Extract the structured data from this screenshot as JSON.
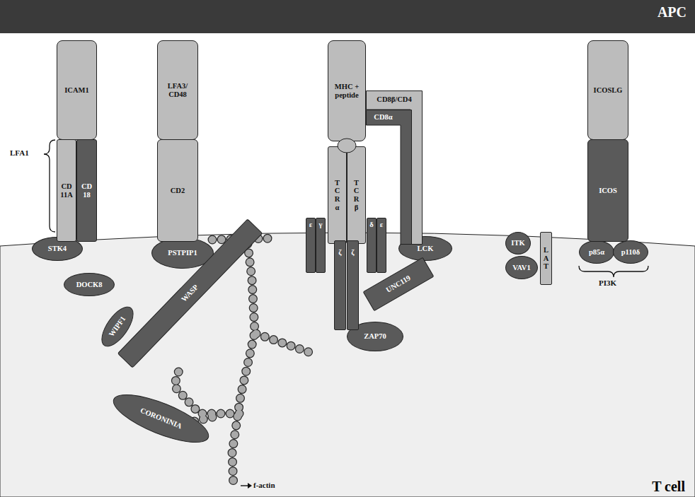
{
  "diagram": {
    "nodes": [
      {
        "text": [
          "APC"
        ]
      },
      {
        "text": [
          "T cell"
        ]
      },
      {
        "text": [
          "ICAM1"
        ]
      },
      {
        "text": [
          "CD 11A"
        ]
      },
      {
        "text": [
          "CD 18"
        ]
      },
      {
        "text": [
          "LFA3/ CD48"
        ]
      },
      {
        "text": [
          "CD2"
        ]
      },
      {
        "text": [
          "MHC + peptide"
        ]
      },
      {
        "text": [
          "CD8β/CD4"
        ]
      },
      {
        "text": [
          "CD8α"
        ]
      },
      {
        "text": [
          "T C R α"
        ]
      },
      {
        "text": [
          "T C R β"
        ]
      },
      {
        "text": [
          "ε"
        ]
      },
      {
        "text": [
          "γ"
        ]
      },
      {
        "text": [
          "δ"
        ]
      },
      {
        "text": [
          "ε"
        ]
      },
      {
        "text": [
          "ζ"
        ]
      },
      {
        "text": [
          "ζ"
        ]
      },
      {
        "text": [
          "ICOSLG"
        ]
      },
      {
        "text": [
          "ICOS"
        ]
      },
      {
        "text": [
          "STK4"
        ],
        "in": 1
      },
      {
        "text": [
          "DOCK8"
        ],
        "in": 1
      },
      {
        "text": [
          "PSTPIP1"
        ],
        "in": 1
      },
      {
        "text": [
          "WASP"
        ],
        "in": 1
      },
      {
        "text": [
          "WIPF1"
        ],
        "in": 1
      },
      {
        "text": [
          "CORONINIA"
        ],
        "in": 1
      },
      {
        "text": [
          "LCK"
        ],
        "in": 1
      },
      {
        "text": [
          "UNC119"
        ],
        "in": 1
      },
      {
        "text": [
          "ZAP70"
        ],
        "in": 1
      },
      {
        "text": [
          "ITK"
        ],
        "in": 1
      },
      {
        "text": [
          "VAV1"
        ],
        "in": 1
      },
      {
        "text": [
          "L A T"
        ],
        "in": 1
      },
      {
        "text": [
          "p85α"
        ],
        "in": 1
      },
      {
        "text": [
          "p110δ"
        ],
        "in": 1
      }
    ],
    "labels": [
      "LFA1",
      "PI3K",
      "f-actin"
    ]
  }
}
